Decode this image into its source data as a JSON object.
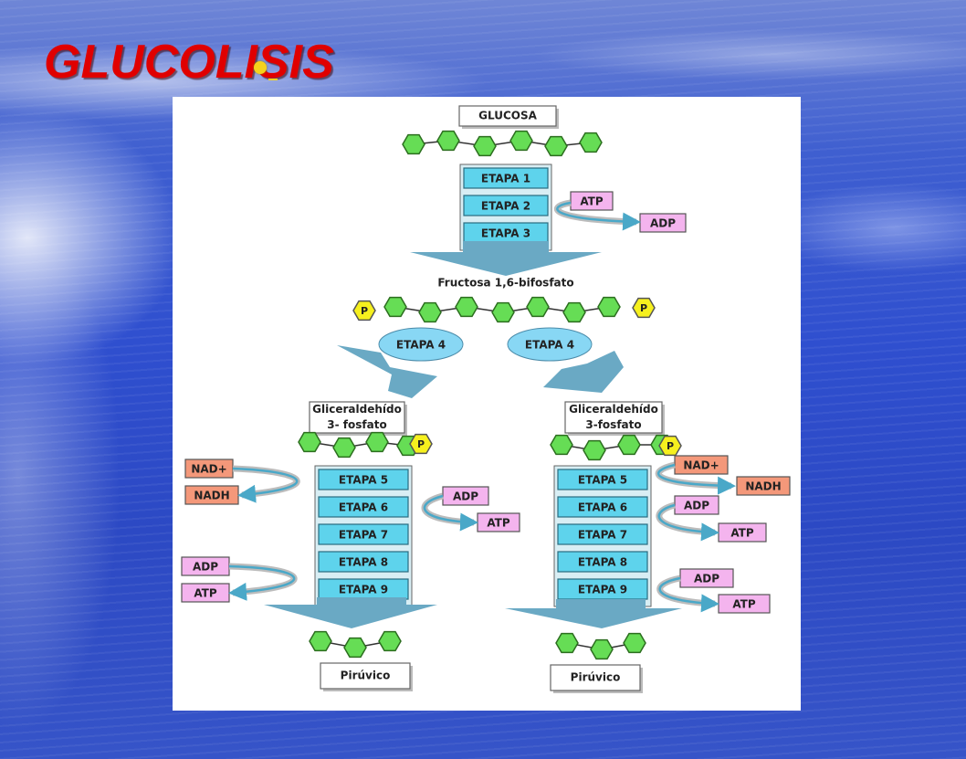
{
  "slide": {
    "title": "GLUCOLISIS"
  },
  "diagram": {
    "glucose_label": "GLUCOSA",
    "fructose_label": "Fructosa 1,6-bifosfato",
    "phosphate_label": "P",
    "top_steps": [
      "ETAPA 1",
      "ETAPA 2",
      "ETAPA 3"
    ],
    "top_atp_label": "ATP",
    "top_adp_label": "ADP",
    "step4_label": "ETAPA 4",
    "g3p_left_line1": "Gliceraldehído",
    "g3p_left_line2": "3- fosfato",
    "g3p_right_line1": "Gliceraldehído",
    "g3p_right_line2": "3-fosfato",
    "branch_steps": [
      "ETAPA 5",
      "ETAPA 6",
      "ETAPA 7",
      "ETAPA 8",
      "ETAPA 9"
    ],
    "nad_label": "NAD+",
    "nadh_label": "NADH",
    "adp_label": "ADP",
    "atp_label": "ATP",
    "pyruvate_label": "Pirúvico"
  },
  "colors": {
    "title": "#e00000",
    "hexagon": "#66dd55",
    "step_box": "#5ed3ec",
    "arrow": "#6aa9c4",
    "atp_box": "#f4b4ee",
    "nad_box": "#f4987a",
    "phosphate": "#f6f01e",
    "ellipse": "#88d7f4"
  }
}
